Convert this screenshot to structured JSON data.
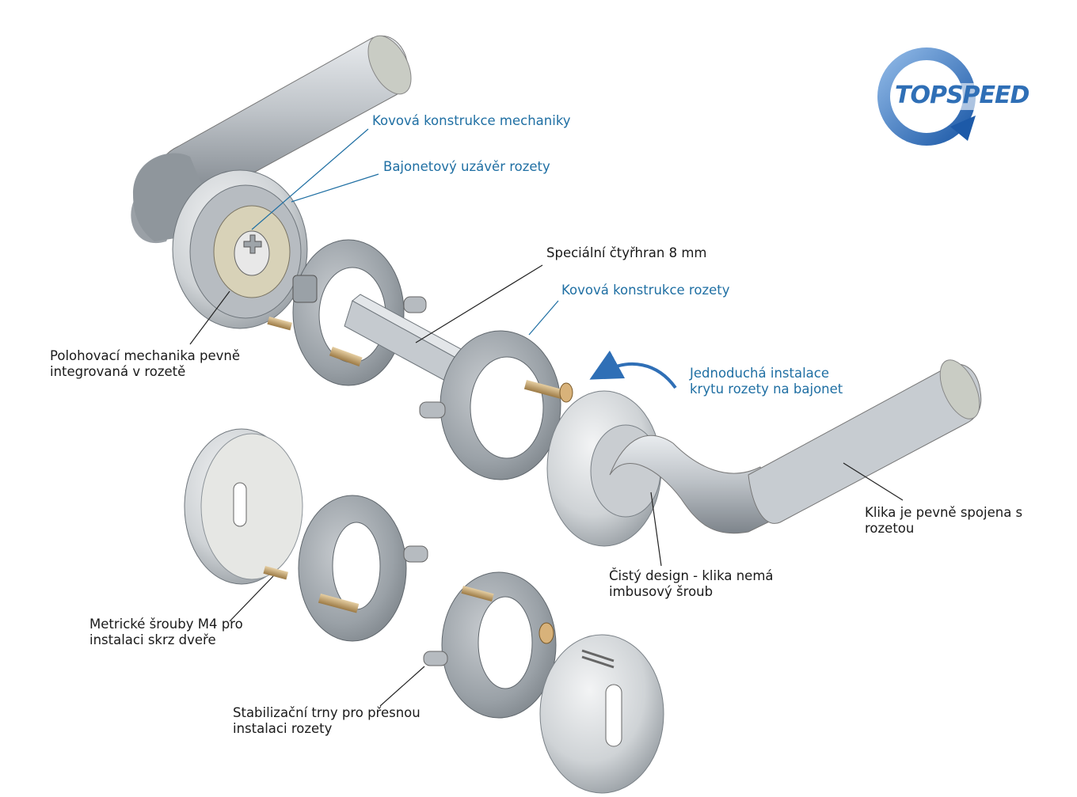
{
  "logo": {
    "text": "TOPSPEED",
    "color": "#2f6fb6"
  },
  "labels": {
    "kovova_mechaniky": "Kovová konstrukce mechaniky",
    "bajonetovy": "Bajonetový uzávěr rozety",
    "ctyrhran": "Speciální čtyřhran 8 mm",
    "kovova_rozety": "Kovová konstrukce rozety",
    "polohovaci_1": "Polohovací mechanika pevně",
    "polohovaci_2": "integrovaná v rozetě",
    "jednoducha_1": "Jednoduchá instalace",
    "jednoducha_2": "krytu rozety na bajonet",
    "klika_1": "Klika je pevně spojena s",
    "klika_2": "rozetou",
    "cisty_1": "Čistý design - klika nemá",
    "cisty_2": "imbusový šroub",
    "metricke_1": "Metrické šrouby M4 pro",
    "metricke_2": "instalaci skrz dveře",
    "stabilizacni_1": "Stabilizační trny pro přesnou",
    "stabilizacni_2": "instalaci rozety"
  },
  "colors": {
    "label_blue": "#1f6fa3",
    "label_black": "#1a1a1a",
    "arrow_blue": "#2f6fb6"
  }
}
